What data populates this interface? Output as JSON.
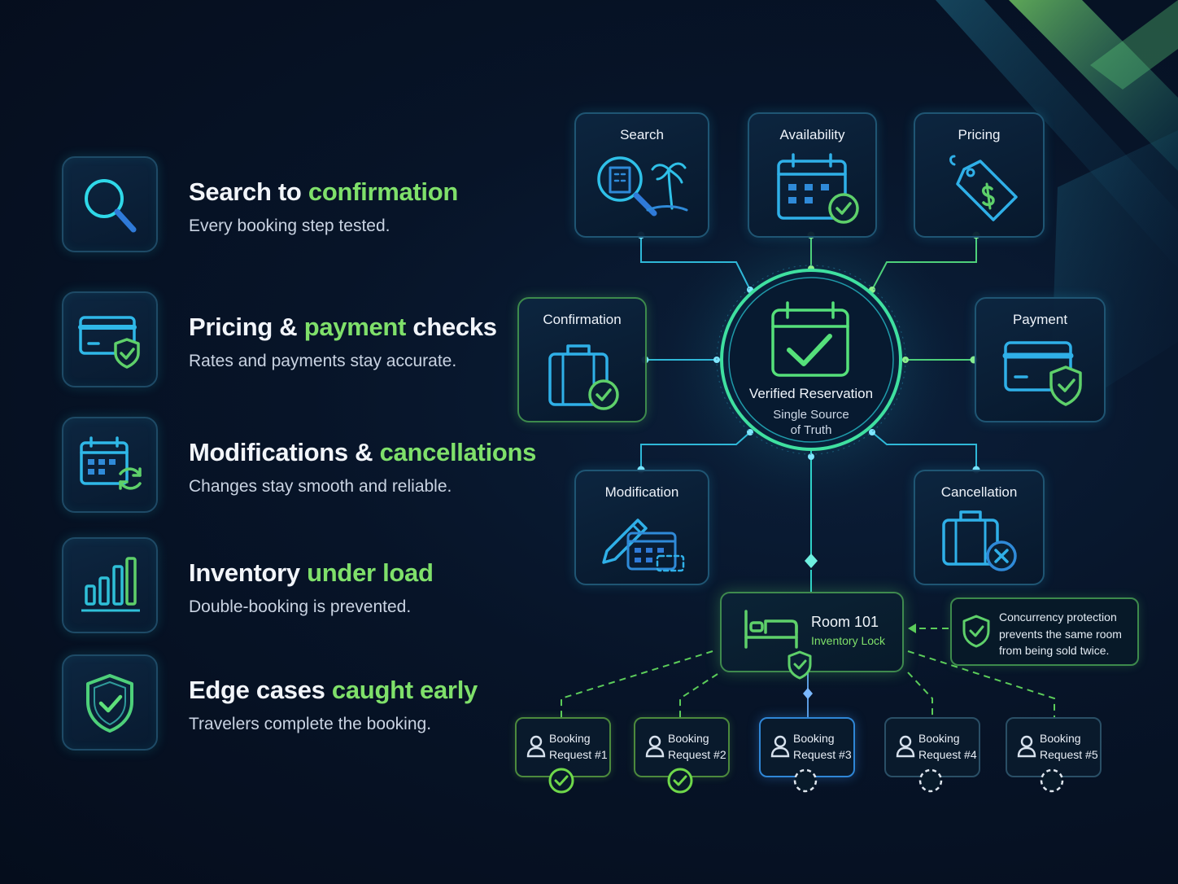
{
  "features": [
    {
      "title_pre": "Search to ",
      "title_hl": "confirmation",
      "title_post": "",
      "subtitle": "Every booking step tested.",
      "icon": "magnifier-icon"
    },
    {
      "title_pre": "Pricing & ",
      "title_hl": "payment",
      "title_post": " checks",
      "subtitle": "Rates and payments stay accurate.",
      "icon": "credit-card-shield-icon"
    },
    {
      "title_pre": "Modifications & ",
      "title_hl": "cancellations",
      "title_post": "",
      "subtitle": "Changes stay smooth and reliable.",
      "icon": "calendar-refresh-icon"
    },
    {
      "title_pre": "Inventory ",
      "title_hl": "under load",
      "title_post": "",
      "subtitle": "Double-booking is prevented.",
      "icon": "bar-chart-icon"
    },
    {
      "title_pre": "Edge cases ",
      "title_hl": "caught early",
      "title_post": "",
      "subtitle": "Travelers complete the booking.",
      "icon": "shield-check-icon"
    }
  ],
  "nodes": {
    "search": "Search",
    "availability": "Availability",
    "pricing": "Pricing",
    "confirmation": "Confirmation",
    "payment": "Payment",
    "modification": "Modification",
    "cancellation": "Cancellation"
  },
  "hub": {
    "title": "Verified Reservation",
    "subtitle_line1": "Single Source",
    "subtitle_line2": "of Truth"
  },
  "room": {
    "title": "Room 101",
    "subtitle": "Inventory Lock"
  },
  "note": {
    "text": "Concurrency protection prevents the same room from being sold twice."
  },
  "requests": [
    {
      "line1": "Booking",
      "line2": "Request #1",
      "status": "confirmed"
    },
    {
      "line1": "Booking",
      "line2": "Request #2",
      "status": "confirmed"
    },
    {
      "line1": "Booking",
      "line2": "Request #3",
      "status": "pending"
    },
    {
      "line1": "Booking",
      "line2": "Request #4",
      "status": "pending"
    },
    {
      "line1": "Booking",
      "line2": "Request #5",
      "status": "pending"
    }
  ],
  "colors": {
    "accent_green": "#7fe06a",
    "accent_cyan": "#2fd3e0",
    "accent_blue": "#2f86d6",
    "background": "#050d1c"
  }
}
